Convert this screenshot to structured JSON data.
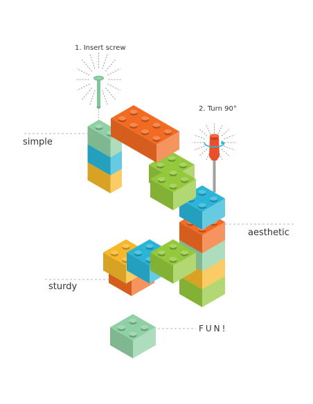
{
  "labels": {
    "step1": "1. Insert screw",
    "step2": "2. Turn 90°",
    "simple": "simple",
    "aesthetic": "aesthetic",
    "sturdy": "sturdy",
    "fun": "FUN!"
  },
  "colors": {
    "orange": "#f26b22",
    "green": "#95c93d",
    "blue": "#2ab5d8",
    "yellow": "#f6b82a",
    "mint": "#8fd0a4",
    "screw": "#8fd0a4",
    "screwdriver": "#e8502a",
    "guide_line": "#b5b5b5"
  },
  "icons": [
    "screw-icon",
    "screwdriver-icon",
    "rotation-arrow-icon"
  ]
}
